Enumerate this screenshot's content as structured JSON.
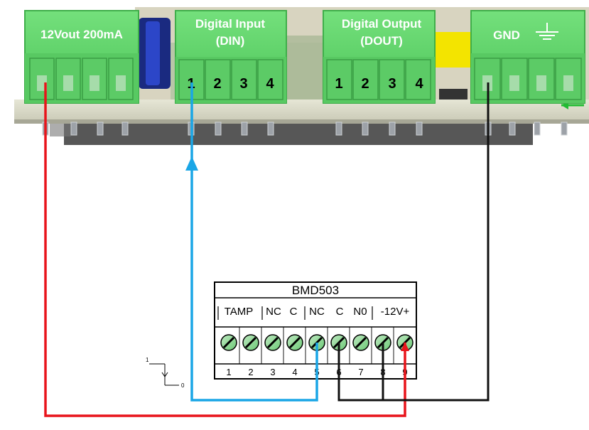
{
  "terminal_blocks": [
    {
      "label": "12Vout 200mA",
      "pins": [
        "",
        "",
        "",
        ""
      ]
    },
    {
      "label": "Digital Input",
      "sublabel": "(DIN)",
      "pins": [
        "1",
        "2",
        "3",
        "4"
      ]
    },
    {
      "label": "Digital Output",
      "sublabel": "(DOUT)",
      "pins": [
        "1",
        "2",
        "3",
        "4"
      ]
    },
    {
      "label": "GND",
      "icon": "ground-symbol-icon",
      "pins": [
        "",
        "",
        "",
        ""
      ]
    }
  ],
  "device": {
    "title": "BMD503",
    "groups": [
      "TAMP",
      "NC",
      "C",
      "NC",
      "C",
      "N0",
      "-12V+"
    ],
    "terminals": [
      "1",
      "2",
      "3",
      "4",
      "5",
      "6",
      "7",
      "8",
      "9"
    ]
  },
  "switch_symbol": {
    "top_label": "1",
    "bottom_label": "0"
  },
  "wires": [
    {
      "name": "red-wire",
      "color": "#e8141b"
    },
    {
      "name": "blue-wire",
      "color": "#1aa6e6"
    },
    {
      "name": "black-wire",
      "color": "#111111"
    }
  ],
  "colors": {
    "terminal_green": "#62d36b",
    "terminal_dark": "#3fae4a",
    "board": "#dcdcc8",
    "wire_red": "#e8141b",
    "wire_blue": "#1aa6e6",
    "wire_black": "#111111"
  }
}
